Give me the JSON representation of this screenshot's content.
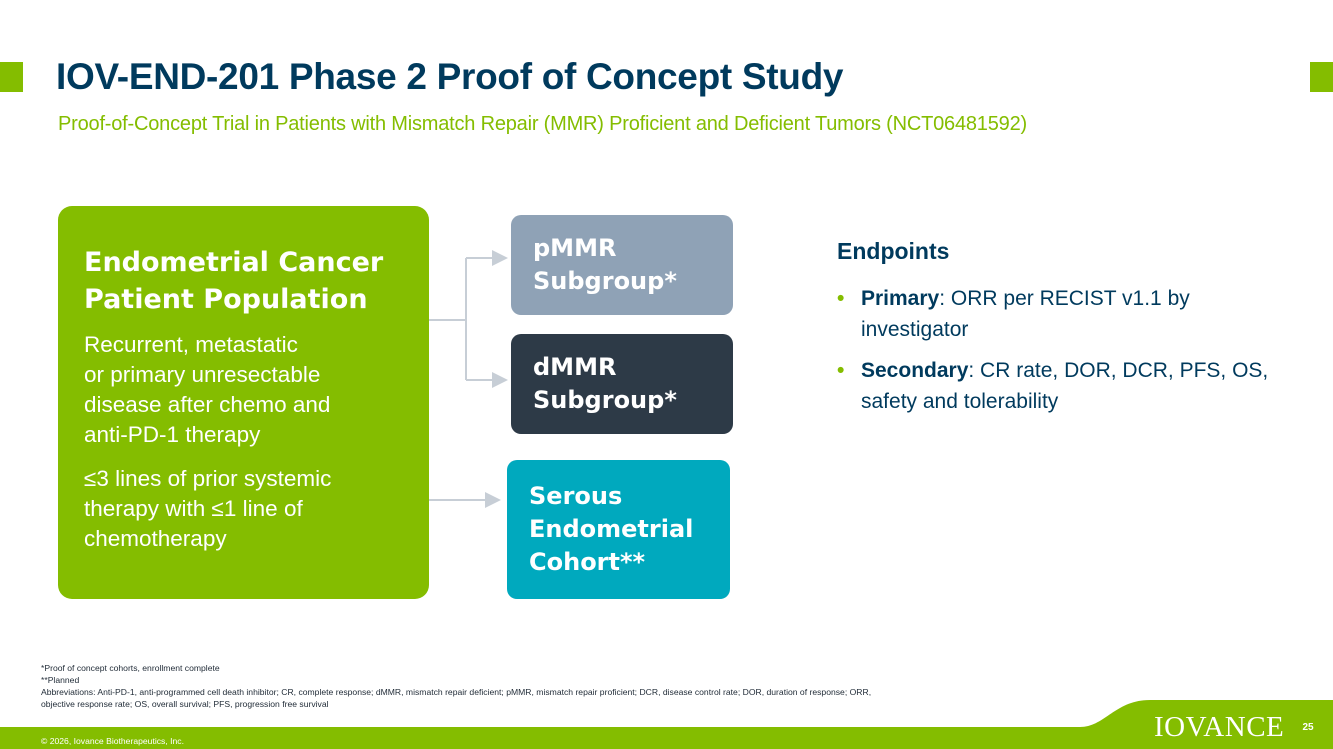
{
  "header": {
    "title": "IOV-END-201 Phase 2 Proof of Concept Study",
    "subtitle": "Proof-of-Concept Trial in Patients with Mismatch Repair (MMR) Proficient and Deficient Tumors (NCT06481592)"
  },
  "population": {
    "title_line1": "Endometrial Cancer",
    "title_line2": "Patient Population",
    "paragraph1": [
      "Recurrent, metastatic",
      "or primary unresectable",
      "disease after chemo and",
      "anti-PD-1 therapy"
    ],
    "paragraph2": [
      "≤3 lines of prior systemic",
      "therapy with ≤1 line of",
      "chemotherapy"
    ]
  },
  "arms": {
    "pmmr": [
      "pMMR",
      "Subgroup*"
    ],
    "dmmr": [
      "dMMR",
      "Subgroup*"
    ],
    "serous": [
      "Serous",
      "Endometrial",
      "Cohort**"
    ]
  },
  "endpoints": {
    "heading": "Endpoints",
    "bullet": "•",
    "items": [
      {
        "label": "Primary",
        "text": ": ORR per RECIST v1.1 by investigator"
      },
      {
        "label": "Secondary",
        "text": ": CR rate, DOR, DCR, PFS, OS, safety and tolerability"
      }
    ]
  },
  "footnotes": {
    "line1": "*Proof of concept cohorts, enrollment complete",
    "line2": "**Planned",
    "line3": "Abbreviations: Anti-PD-1, anti-programmed cell death inhibitor; CR, complete response; dMMR, mismatch repair deficient; pMMR, mismatch repair proficient; DCR, disease control rate; DOR, duration of response; ORR,",
    "line4": "objective response rate; OS, overall survival; PFS, progression free survival"
  },
  "footer": {
    "copyright": "© 2026, Iovance Biotherapeutics, Inc.",
    "logo": "IOVANCE",
    "page_number": "25"
  },
  "colors": {
    "brand_green": "#84bd00",
    "navy": "#003a5d",
    "pmmr_gray": "#8fa2b6",
    "dmmr_dark": "#2d3a47",
    "serous_teal": "#00a9be"
  }
}
